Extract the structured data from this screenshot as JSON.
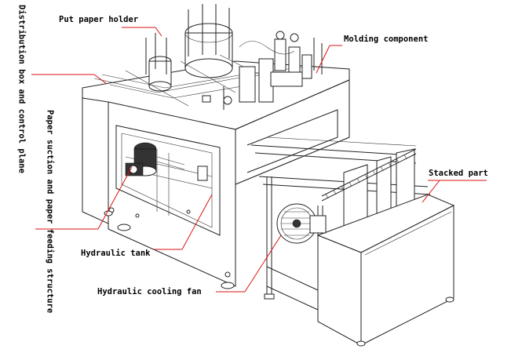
{
  "labels": {
    "distribution_box": "Distribution box and control plane",
    "paper_suction": "Paper suction and paper feeding structure",
    "put_paper_holder": "Put paper holder",
    "molding_component": "Molding component",
    "stacked_part": "Stacked part",
    "hydraulic_tank": "Hydraulic tank",
    "hydraulic_cooling_fan": "Hydraulic cooling fan"
  },
  "colors": {
    "leader_line": "#dd1111",
    "drawing_line": "#222222"
  }
}
